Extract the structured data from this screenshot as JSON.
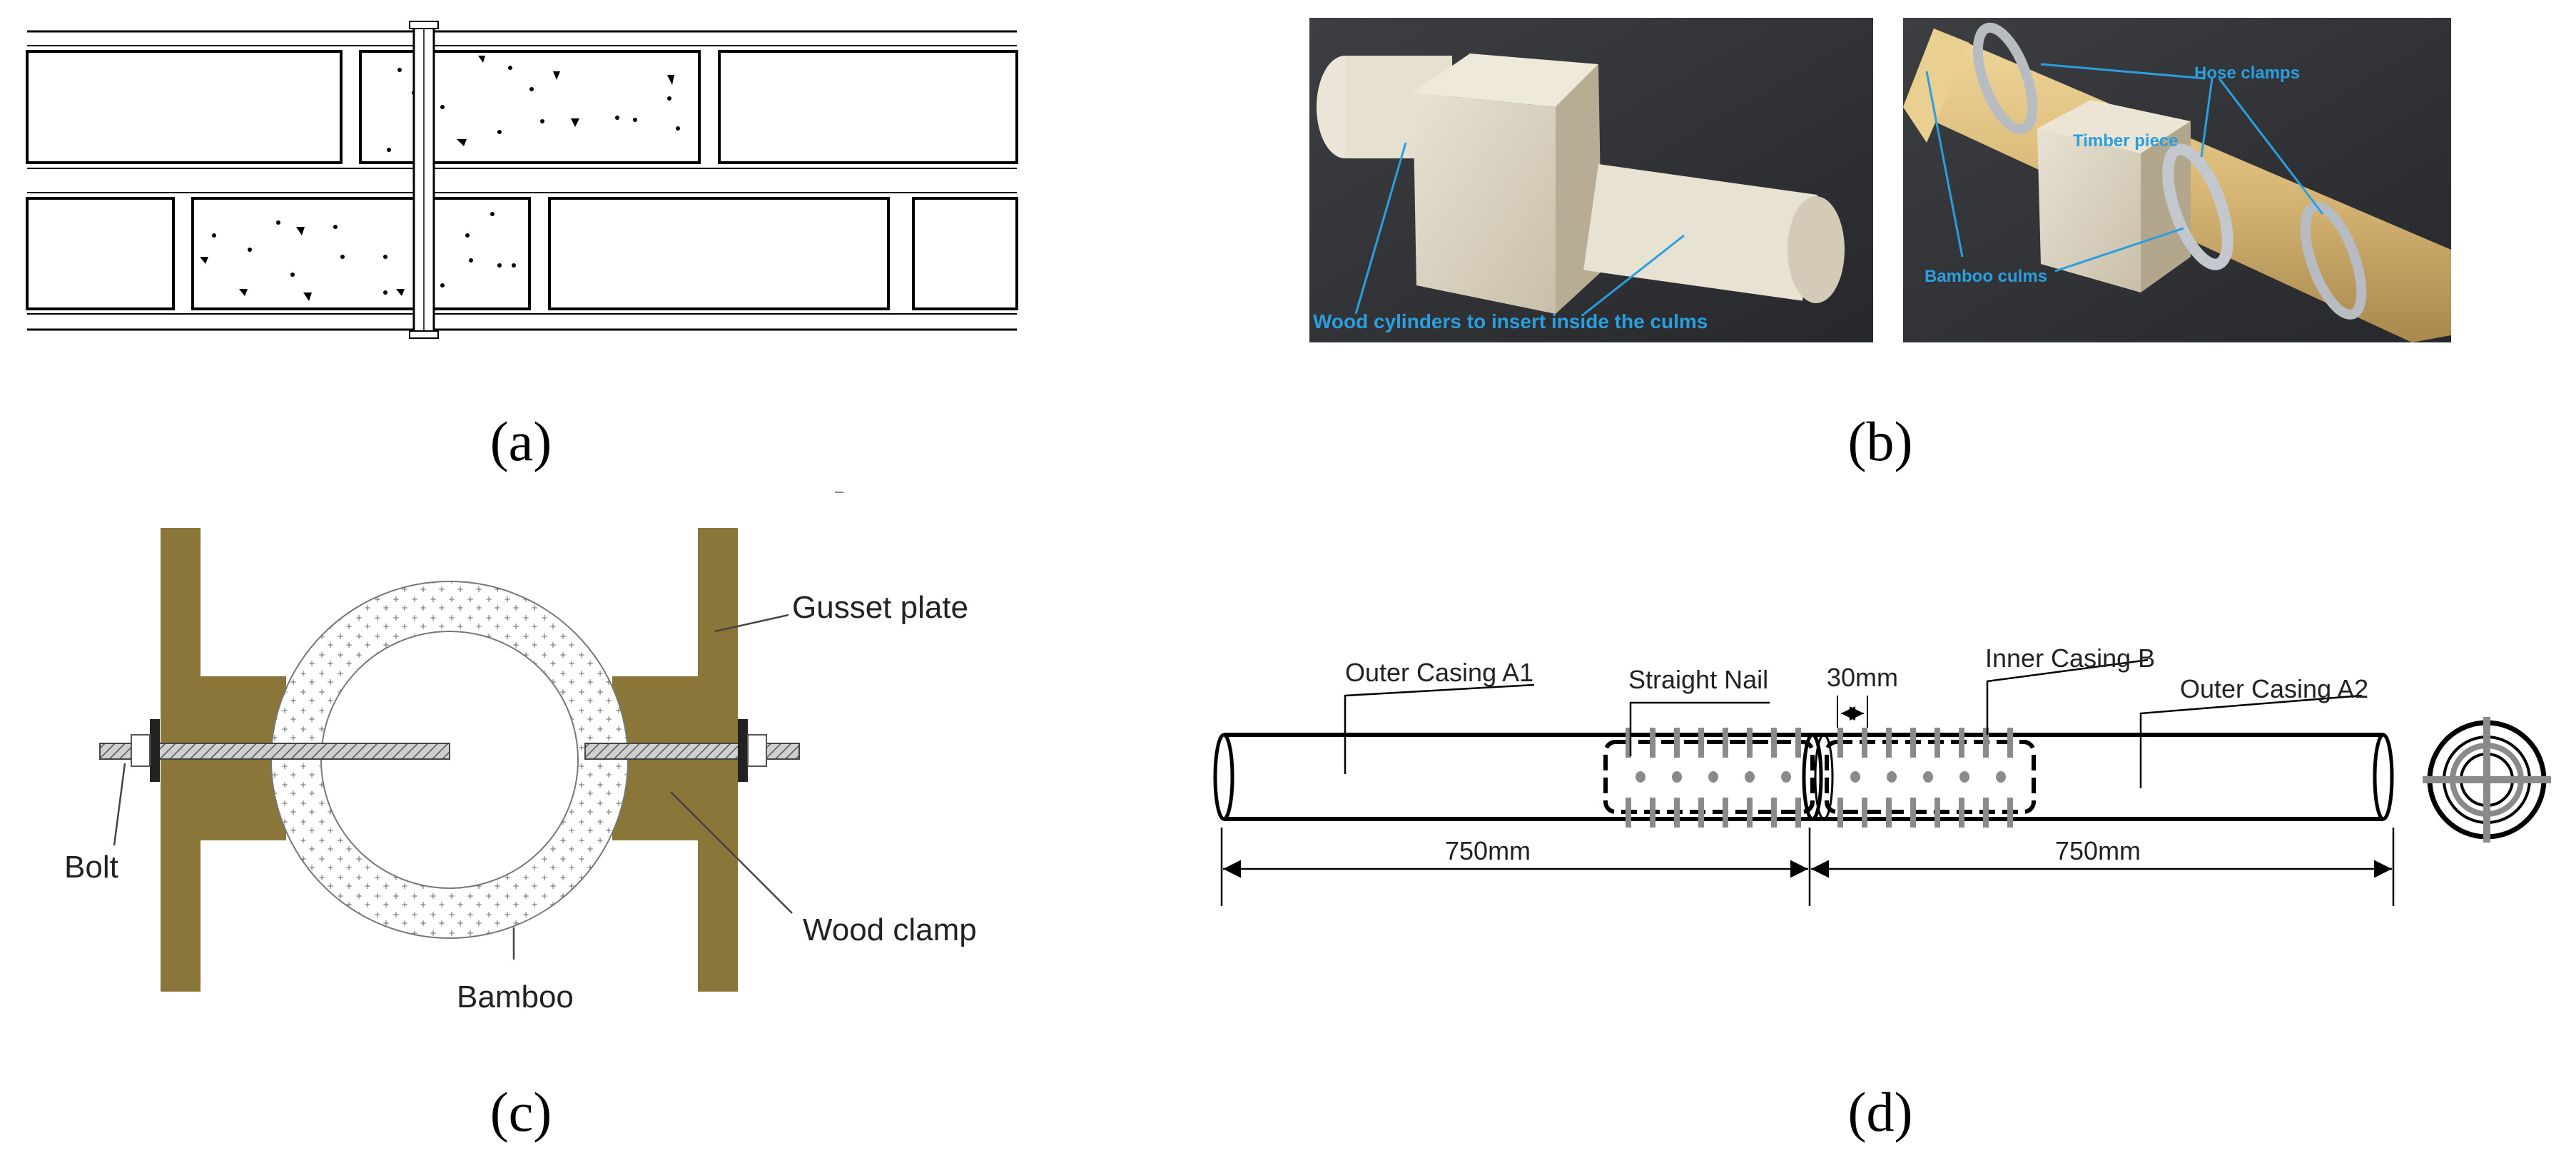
{
  "captions": {
    "a": "(a)",
    "b": "(b)",
    "c": "(c)",
    "d": "(d)"
  },
  "panel_b": {
    "photo1_label": "Wood cylinders to insert inside the culms",
    "photo2_labels": {
      "hose_clamps": "Hose clamps",
      "timber_piece": "Timber piece",
      "bamboo_culms": "Bamboo culms"
    }
  },
  "panel_c": {
    "gusset_plate": "Gusset plate",
    "bolt": "Bolt",
    "wood_clamp": "Wood clamp",
    "bamboo": "Bamboo"
  },
  "panel_d": {
    "outer_casing_a1": "Outer Casing A1",
    "straight_nail": "Straight Nail",
    "spacing": "30mm",
    "inner_casing_b": "Inner Casing B",
    "outer_casing_a2": "Outer Casing A2",
    "length_left": "750mm",
    "length_right": "750mm"
  },
  "colors": {
    "wood": "#8a7638",
    "wood_dark": "#6e5e2a",
    "photo_label": "#2a9fe0",
    "bamboo_photo": "#d9b877"
  }
}
